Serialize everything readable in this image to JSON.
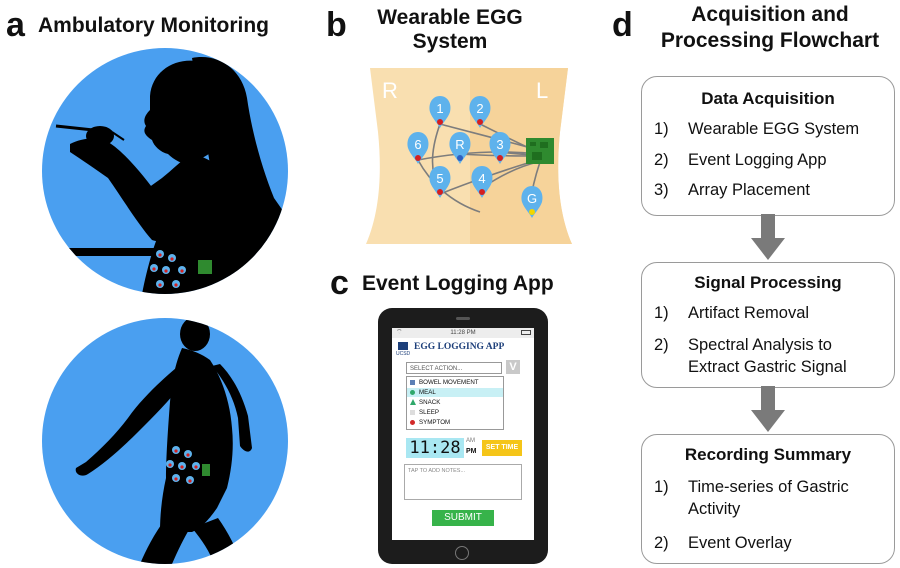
{
  "panel_a": {
    "letter": "a",
    "title": "Ambulatory Monitoring"
  },
  "panel_b": {
    "letter": "b",
    "title_line1": "Wearable EGG",
    "title_line2": "System",
    "side_right": "R",
    "side_left": "L",
    "electrodes": [
      "1",
      "2",
      "6",
      "R",
      "3",
      "5",
      "4",
      "G"
    ]
  },
  "panel_c": {
    "letter": "c",
    "title": "Event Logging App",
    "status_time": "11:28 PM",
    "app_logo": "UCSD",
    "app_title": "EGG LOGGING APP",
    "select_placeholder": "SELECT ACTION...",
    "select_chevron": "V",
    "actions": [
      {
        "label": "BOWEL MOVEMENT",
        "color": "#5b7fb5"
      },
      {
        "label": "MEAL",
        "color": "#2fa86b"
      },
      {
        "label": "SNACK",
        "color": "#2fa86b"
      },
      {
        "label": "SLEEP",
        "color": "#dddddd"
      },
      {
        "label": "SYMPTOM",
        "color": "#d22a2a"
      }
    ],
    "clock_time": "11:28",
    "clock_am": "AM",
    "clock_pm": "PM",
    "set_time_label": "SET TIME",
    "notes_placeholder": "TAP TO ADD NOTES...",
    "submit_label": "SUBMIT"
  },
  "panel_d": {
    "letter": "d",
    "title_line1": "Acquisition and",
    "title_line2": "Processing Flowchart",
    "boxes": [
      {
        "title": "Data Acquisition",
        "items": [
          {
            "num": "1)",
            "text": "Wearable EGG System"
          },
          {
            "num": "2)",
            "text": "Event Logging App"
          },
          {
            "num": "3)",
            "text": "Array Placement"
          }
        ]
      },
      {
        "title": "Signal Processing",
        "items": [
          {
            "num": "1)",
            "text": "Artifact Removal"
          },
          {
            "num": "2)",
            "text": "Spectral Analysis to",
            "text2": "Extract Gastric Signal"
          }
        ]
      },
      {
        "title": "Recording Summary",
        "items": [
          {
            "num": "1)",
            "text": "Time-series of Gastric",
            "text2": "Activity"
          },
          {
            "num": "2)",
            "text": "Event Overlay"
          }
        ]
      }
    ]
  },
  "colors": {
    "circle_blue": "#4a9ff0",
    "electrode_blue": "#5eb2ec",
    "electrode_dot": "#d42020",
    "board_green": "#2f8a2f",
    "skin": "#f9dfb0",
    "arrow_gray": "#7a7a7a",
    "submit_green": "#37b34a",
    "set_time_yellow": "#f5c518",
    "clock_cyan": "#a9e7f2"
  }
}
